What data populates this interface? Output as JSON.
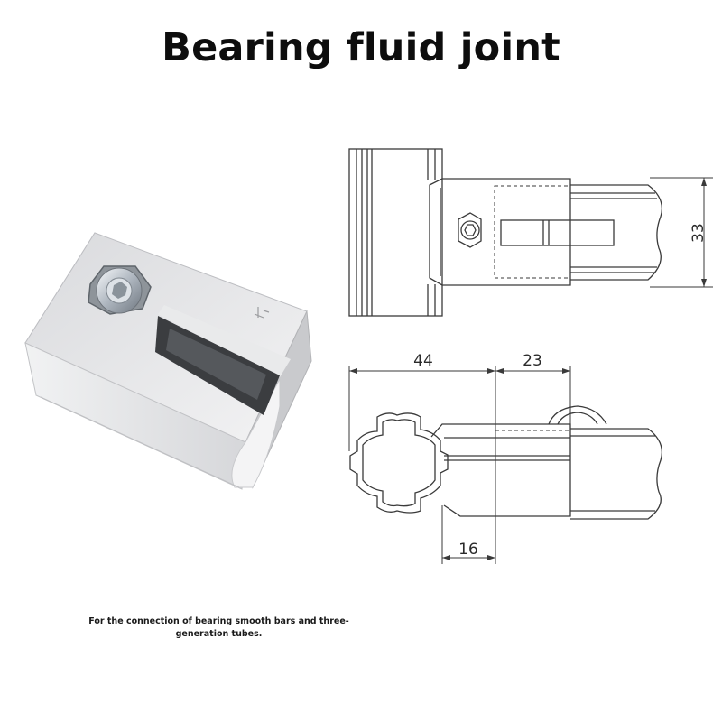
{
  "title": "Bearing fluid joint",
  "caption": "For the connection of bearing smooth bars and three-generation tubes.",
  "dimensions": {
    "height": "33",
    "width_left": "44",
    "width_right": "23",
    "bottom": "16"
  },
  "colors": {
    "text": "#0d0d0d",
    "line": "#3a3a3a",
    "metal": "#e3e4e6",
    "metal_shadow": "#b9babd"
  },
  "icons": {
    "photo": "aluminium-connector-photo",
    "bolt": "hex-socket-bolt-icon"
  }
}
